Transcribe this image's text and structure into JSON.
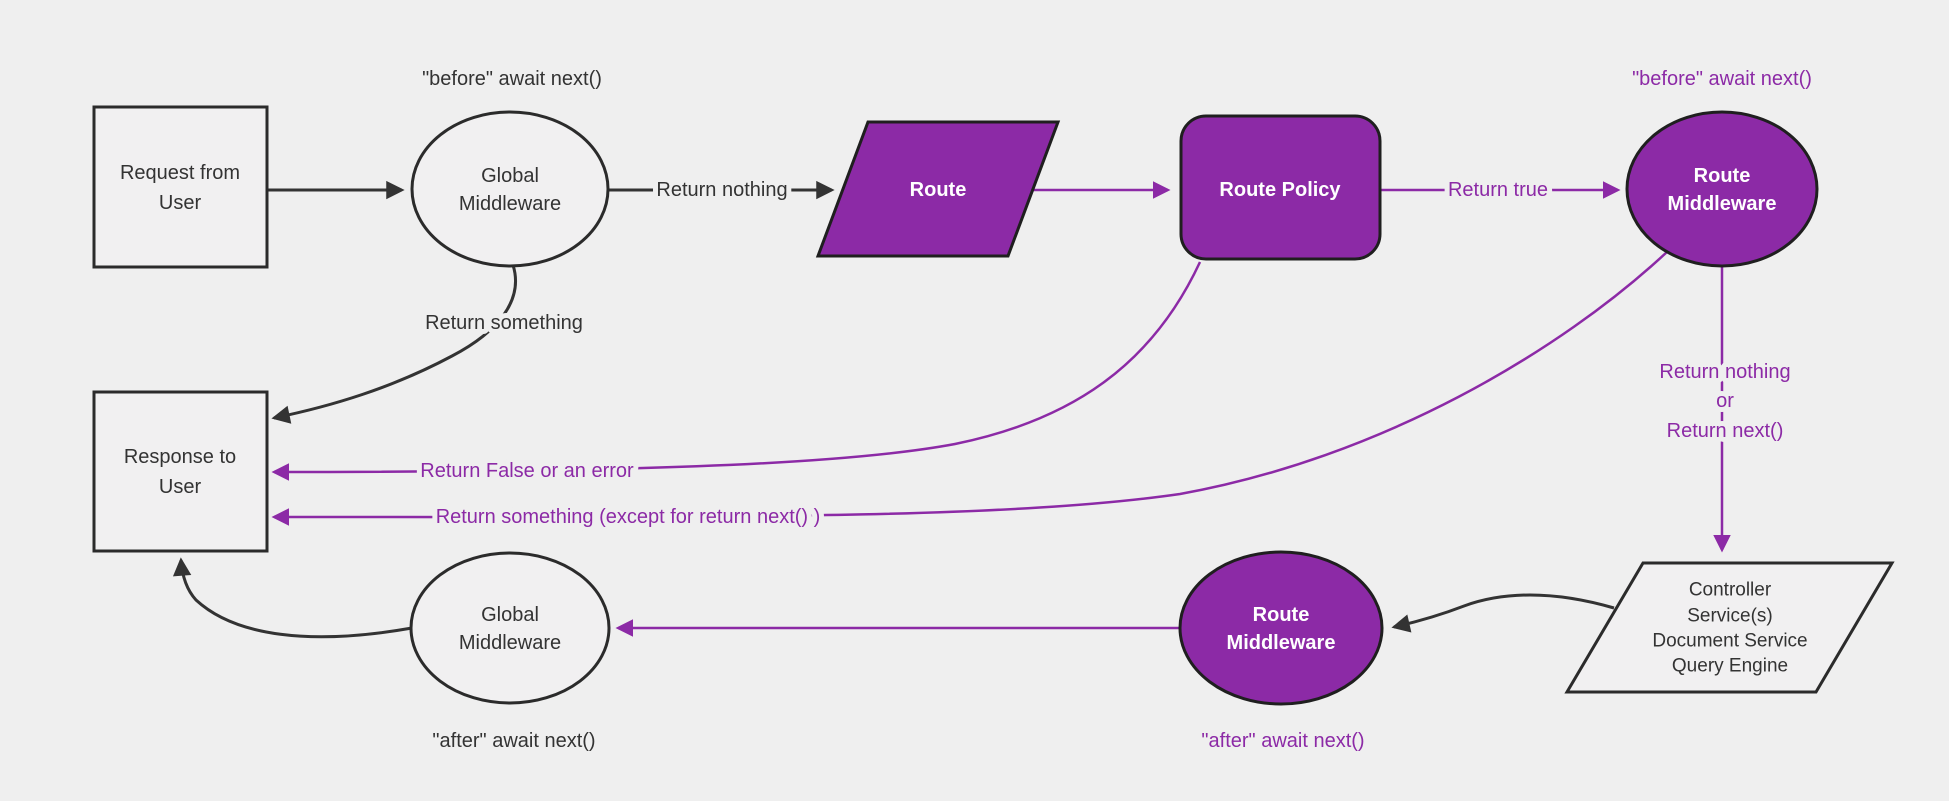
{
  "diagram": {
    "type": "flowchart",
    "description": "Request lifecycle flow through global middlewares, route, route policy, route middlewares and core services",
    "colors": {
      "background": "#efefef",
      "purple_fill": "#8c2aa6",
      "purple_text": "#8c2aa6",
      "edge_black": "#333333",
      "node_border_dark": "#1f1f1f",
      "node_fill_light": "#f1f0f1",
      "text_dark": "#333333",
      "text_light": "#ffffff"
    },
    "nodes": {
      "request": {
        "shape": "rectangle",
        "lines": [
          "Request from",
          "User"
        ]
      },
      "global_middleware_top": {
        "shape": "ellipse",
        "lines": [
          "Global",
          "Middleware"
        ]
      },
      "route": {
        "shape": "parallelogram",
        "label": "Route"
      },
      "route_policy": {
        "shape": "rounded-rectangle",
        "label": "Route Policy"
      },
      "route_middleware_top": {
        "shape": "ellipse",
        "lines": [
          "Route",
          "Middleware"
        ]
      },
      "controller_services": {
        "shape": "parallelogram",
        "lines": [
          "Controller",
          "Service(s)",
          "Document Service",
          "Query Engine"
        ]
      },
      "route_middleware_bottom": {
        "shape": "ellipse",
        "lines": [
          "Route",
          "Middleware"
        ]
      },
      "global_middleware_bottom": {
        "shape": "ellipse",
        "lines": [
          "Global",
          "Middleware"
        ]
      },
      "response": {
        "shape": "rectangle",
        "lines": [
          "Response to",
          "User"
        ]
      }
    },
    "edge_labels": {
      "return_nothing_top": "Return nothing",
      "return_true": "Return true",
      "return_nothing_or_next": [
        "Return nothing",
        "or",
        "Return next()"
      ],
      "return_something": "Return something",
      "return_false_or_error": "Return False or an error",
      "return_something_except": "Return something (except for return next() )"
    },
    "annotations": {
      "before_global": "\"before\" await next()",
      "before_route_middleware": "\"before\" await next()",
      "after_global": "\"after\" await next()",
      "after_route_middleware": "\"after\" await next()"
    }
  }
}
